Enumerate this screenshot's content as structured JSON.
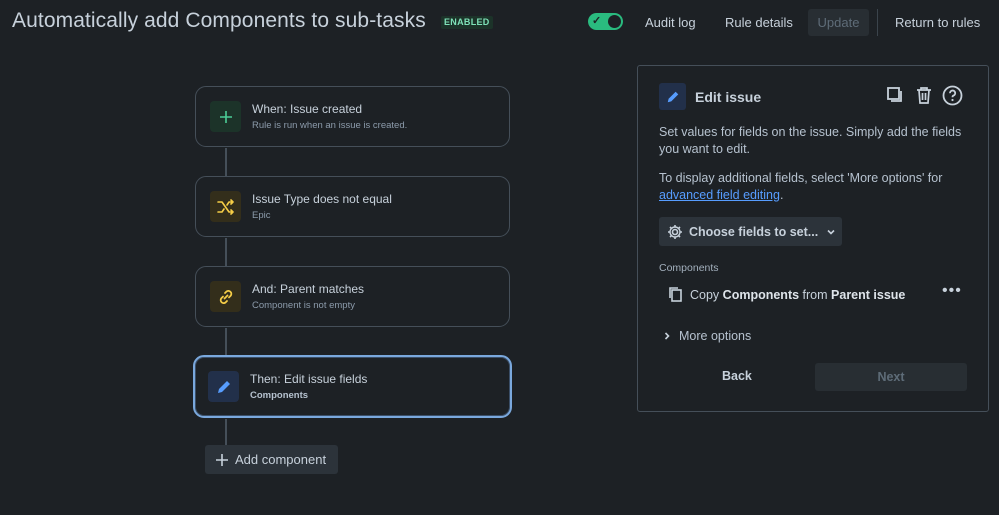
{
  "header": {
    "title": "Automatically add Components to sub-tasks",
    "status_badge": "ENABLED",
    "toggle_on": true,
    "actions": {
      "audit_log": "Audit log",
      "rule_details": "Rule details",
      "update": "Update",
      "return_to_rules": "Return to rules"
    }
  },
  "flow": {
    "steps": [
      {
        "title": "When: Issue created",
        "subtitle": "Rule is run when an issue is created.",
        "icon": "plus-icon",
        "color": "#4bce97"
      },
      {
        "title": "Issue Type does not equal",
        "subtitle": "Epic",
        "icon": "shuffle-icon",
        "color": "#f5cd47"
      },
      {
        "title": "And: Parent matches",
        "subtitle": "Component is not empty",
        "icon": "link-icon",
        "color": "#f5cd47"
      },
      {
        "title": "Then: Edit issue fields",
        "subtitle": "Components",
        "icon": "pencil-icon",
        "color": "#579dff"
      }
    ],
    "add_component_label": "Add component"
  },
  "panel": {
    "title": "Edit issue",
    "description_1": "Set values for fields on the issue. Simply add the fields you want to edit.",
    "description_2_prefix": "To display additional fields, select 'More options' for ",
    "description_2_link": "advanced field editing",
    "description_2_suffix": ".",
    "choose_fields_label": "Choose fields to set...",
    "field_label": "Components",
    "copy": {
      "prefix": "Copy",
      "field": "Components",
      "from": "from",
      "source": "Parent issue"
    },
    "more_options_label": "More options",
    "back_label": "Back",
    "next_label": "Next"
  }
}
